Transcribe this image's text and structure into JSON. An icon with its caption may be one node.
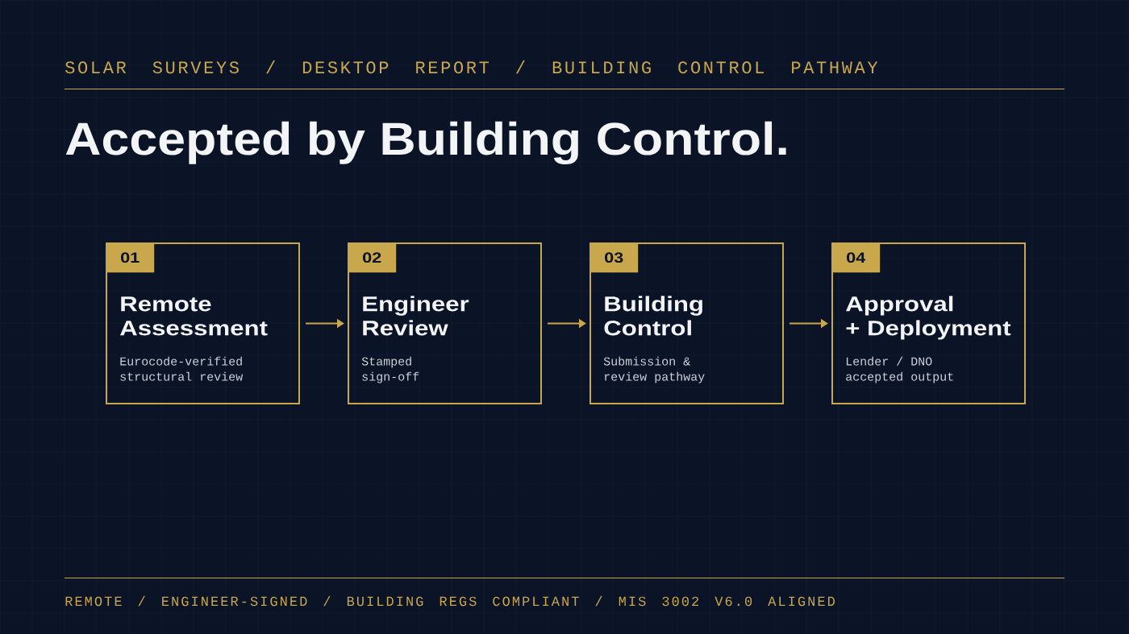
{
  "diagram": {
    "title": "Accepted by Building Control.",
    "nodes": [
      {
        "text": [
          "Remote Assessment",
          "Eurocode-verified structural review"
        ]
      },
      {
        "text": [
          "01"
        ],
        "in": 0
      },
      {
        "text": [
          "Engineer Review",
          "Stamped sign-off"
        ]
      },
      {
        "text": [
          "02"
        ],
        "in": 2
      },
      {
        "text": [
          "Building Control",
          "Submission & review pathway"
        ]
      },
      {
        "text": [
          "03"
        ],
        "in": 4
      },
      {
        "text": [
          "Approval + Deployment",
          "Lender / DNO accepted output"
        ]
      },
      {
        "text": [
          "04"
        ],
        "in": 6
      }
    ],
    "edges": [
      {
        "from": 0,
        "to": 2,
        "arrow": "to"
      },
      {
        "from": 2,
        "to": 4,
        "arrow": "to"
      },
      {
        "from": 4,
        "to": 6,
        "arrow": "to"
      }
    ],
    "labels": [
      "SOLAR SURVEYS / DESKTOP REPORT / BUILDING CONTROL PATHWAY",
      "REMOTE / ENGINEER-SIGNED / BUILDING REGS COMPLIANT / MIS 3002 V6.0 ALIGNED"
    ]
  }
}
